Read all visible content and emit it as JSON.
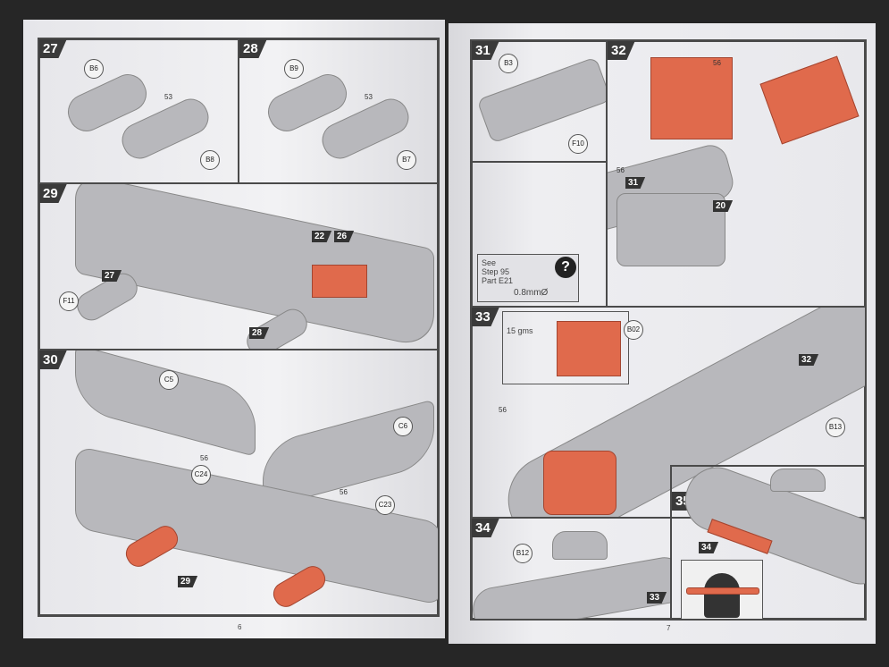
{
  "left_page": {
    "page_number": "6",
    "steps": [
      {
        "num": "27",
        "parts": [
          "B6",
          "B8"
        ],
        "label": "53"
      },
      {
        "num": "28",
        "parts": [
          "B9",
          "B7"
        ],
        "label": "53"
      },
      {
        "num": "29",
        "parts": [
          "F11"
        ],
        "refs": [
          "27",
          "22",
          "26",
          "28"
        ]
      },
      {
        "num": "30",
        "parts": [
          "C5",
          "C24",
          "C6",
          "C23"
        ],
        "labels": [
          "56",
          "56"
        ],
        "refs": [
          "29"
        ]
      }
    ]
  },
  "right_page": {
    "page_number": "7",
    "steps": [
      {
        "num": "31",
        "parts": [
          "B3",
          "F10"
        ]
      },
      {
        "num": "32",
        "labels": [
          "56",
          "56"
        ],
        "refs": [
          "31",
          "20"
        ],
        "note": {
          "line1": "See",
          "line2": "Step 95",
          "line3": "Part E21",
          "drill": "0.8mmØ"
        }
      },
      {
        "num": "33",
        "parts": [
          "B02"
        ],
        "weight": "15 gms",
        "labels": [
          "56"
        ],
        "refs": [
          "32"
        ]
      },
      {
        "num": "34",
        "parts": [
          "B12"
        ],
        "refs": [
          "33"
        ]
      },
      {
        "num": "35",
        "parts": [
          "B13"
        ],
        "refs": [
          "34"
        ]
      }
    ]
  }
}
